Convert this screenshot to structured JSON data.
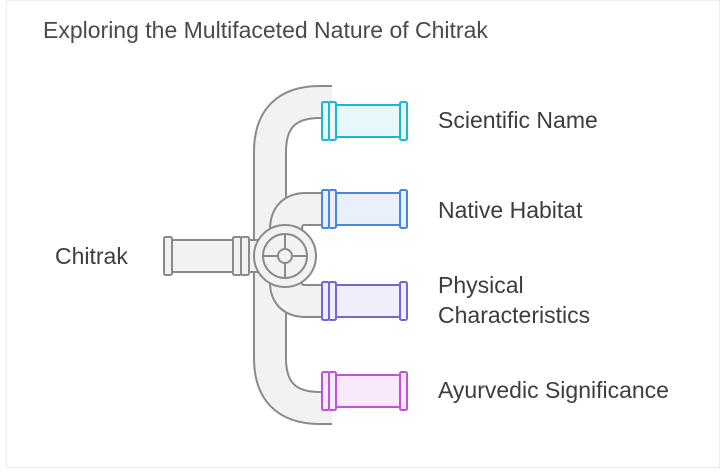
{
  "title": "Exploring the Multifaceted Nature of Chitrak",
  "root": {
    "label": "Chitrak",
    "color": "#f2f2f2",
    "stroke": "#8a8a8a"
  },
  "valve": {
    "icon": "valve-wheel-icon"
  },
  "branches": [
    {
      "label_lines": [
        "Scientific Name"
      ],
      "fill": "#e6f8fb",
      "stroke": "#1fb6d1",
      "icon": "pipe-outlet-icon"
    },
    {
      "label_lines": [
        "Native Habitat"
      ],
      "fill": "#e9f0fb",
      "stroke": "#4a86d9",
      "icon": "pipe-outlet-icon"
    },
    {
      "label_lines": [
        "Physical",
        "Characteristics"
      ],
      "fill": "#efeefb",
      "stroke": "#7566d6",
      "icon": "pipe-outlet-icon"
    },
    {
      "label_lines": [
        "Ayurvedic Significance"
      ],
      "fill": "#f8eafb",
      "stroke": "#c052d6",
      "icon": "pipe-outlet-icon"
    }
  ]
}
